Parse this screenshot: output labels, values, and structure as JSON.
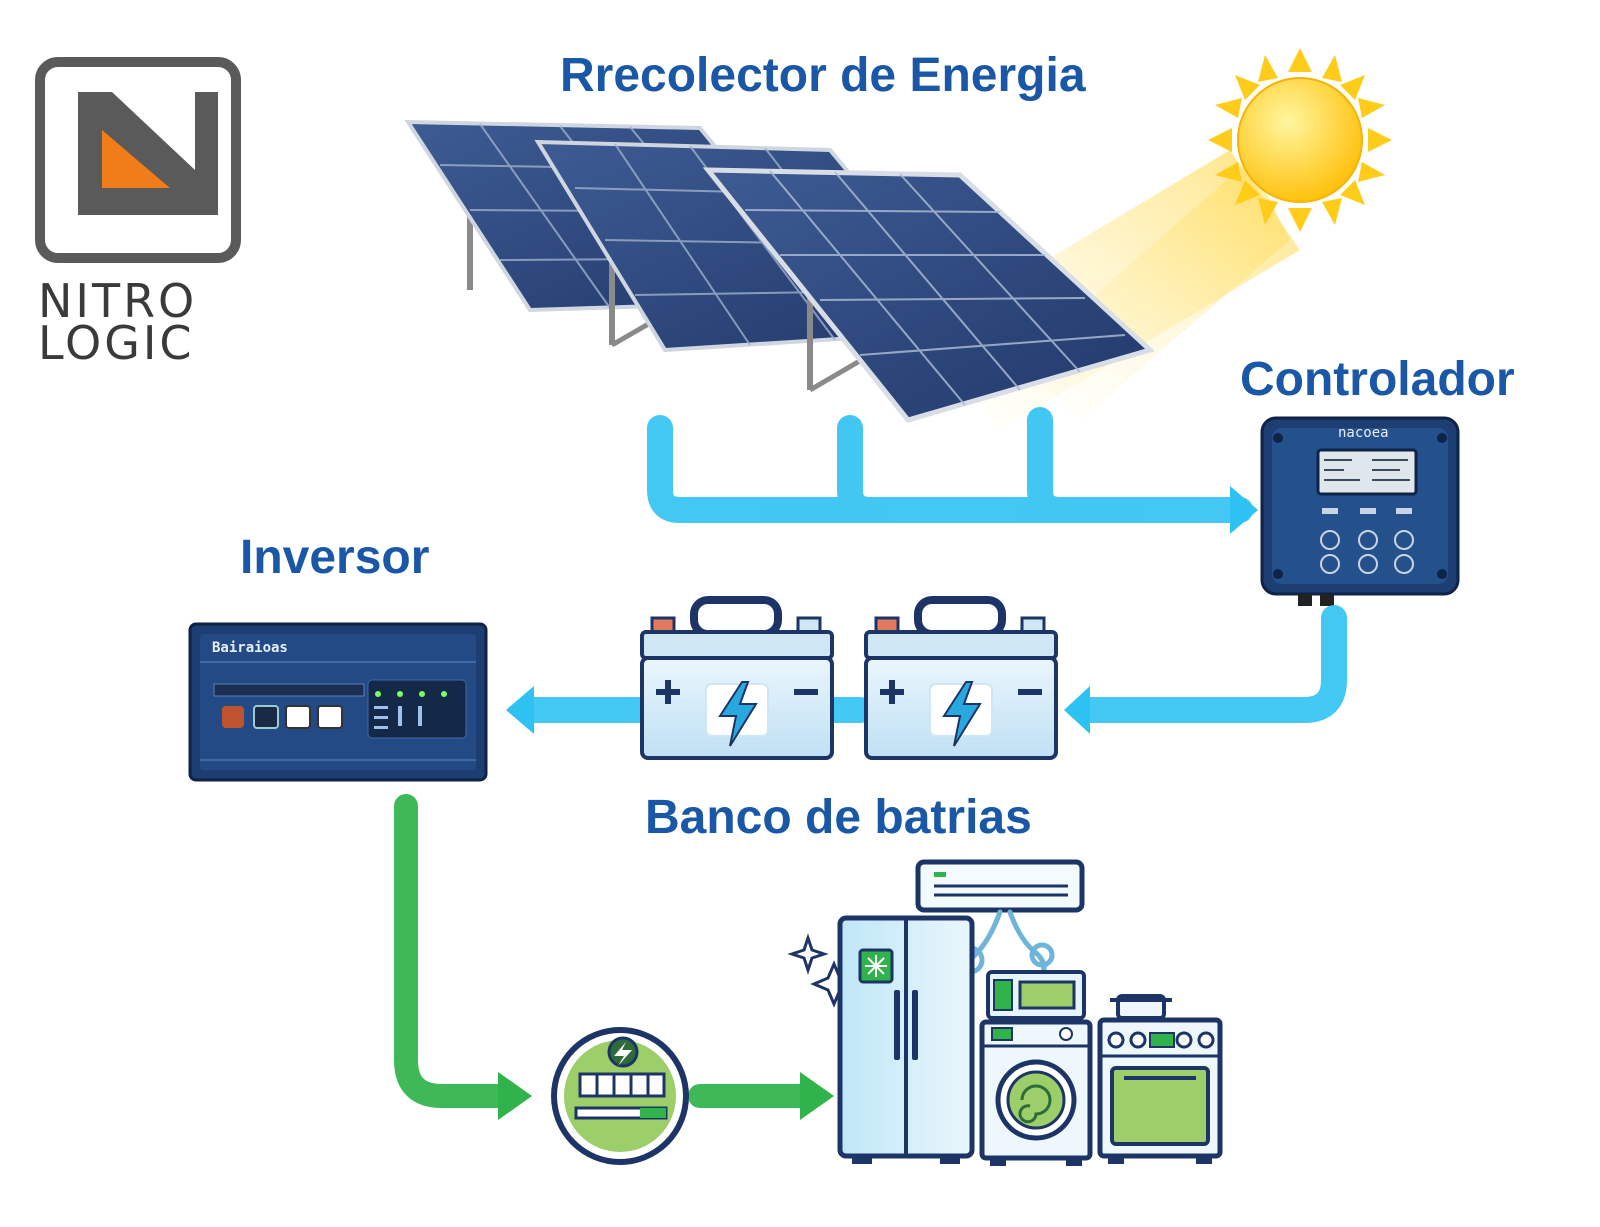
{
  "logo": {
    "line1": "NITRO",
    "line2": "LOGIC",
    "brand_gray": "#5a5a5a",
    "brand_orange": "#f07d1a"
  },
  "labels": {
    "collector": "Rrecolector de Energia",
    "controller": "Controlador",
    "inverter": "Inversor",
    "battery_bank": "Banco de batrias"
  },
  "controller_device": {
    "brand": "nacoea"
  },
  "inverter_device": {
    "brand": "Bairaioas"
  },
  "colors": {
    "title_blue": "#1a57a6",
    "flow_blue": "#2ec2f2",
    "flow_green": "#2fb34a",
    "battery_fill": "#d8eef9",
    "device_navy": "#1d3e73"
  },
  "icons": [
    "sun-icon",
    "solar-panel-icon",
    "controller-icon",
    "battery-icon",
    "inverter-icon",
    "distribution-panel-icon",
    "refrigerator-icon",
    "air-conditioner-icon",
    "microwave-icon",
    "washing-machine-icon",
    "stove-icon",
    "sparkle-icon"
  ]
}
